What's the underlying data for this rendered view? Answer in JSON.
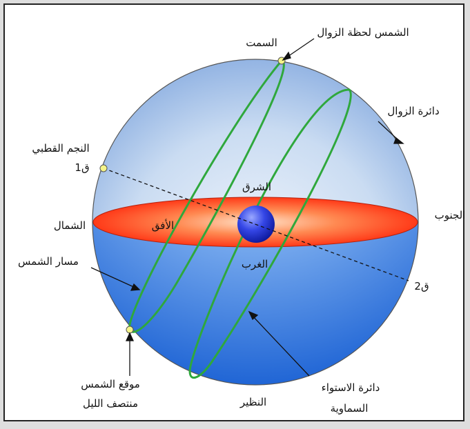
{
  "labels": {
    "zenith": "السمت",
    "sun_at_noon": "الشمس لحظة الزوال",
    "meridian_circle": "دائرة الزوال",
    "north_star": "النجم القطبي",
    "pole_1": "ق1",
    "east": "الشرق",
    "horizon": "الأفق",
    "north": "الشمال",
    "south": "الجنوب",
    "west": "الغرب",
    "sun_path": "مسار الشمس",
    "pole_2": "ق2",
    "sun_midnight_line1": "موقع الشمس",
    "sun_midnight_line2": "منتصف الليل",
    "nadir": "النظير",
    "celestial_equator_line1": "دائرة الاستواء",
    "celestial_equator_line2": "السماوية"
  },
  "colors": {
    "background": "#dedede",
    "panel": "#ffffff",
    "sphere_upper": "#bcd3ef",
    "sphere_lower": "#1e6fd9",
    "horizon_plane": "#ff3a14",
    "earth": "#1a2fd6",
    "path": "#2fa83c",
    "marker": "#f4f489"
  }
}
